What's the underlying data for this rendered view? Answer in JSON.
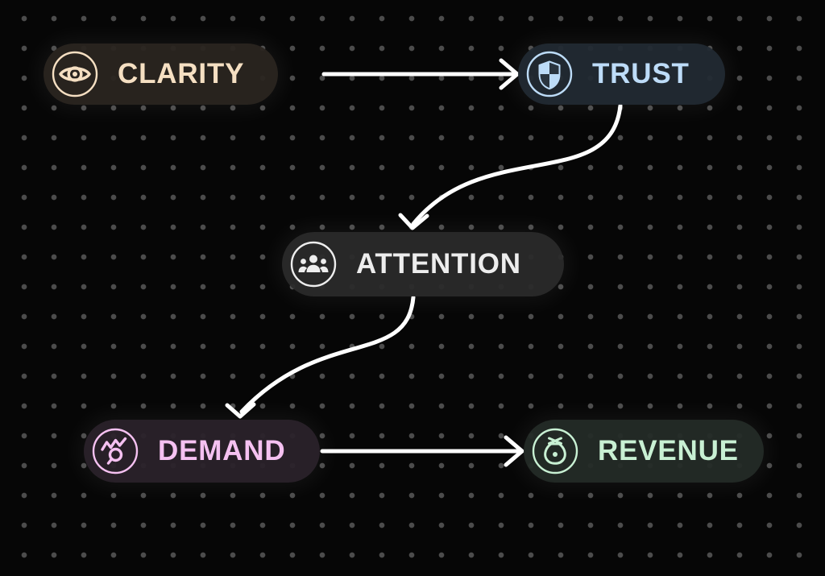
{
  "canvas": {
    "background_color": "#060606",
    "dot_color": "#4c4c4c",
    "arrow_color": "#ffffff"
  },
  "diagram": {
    "nodes": [
      {
        "id": "clarity",
        "label": "CLARITY",
        "icon": "eye-icon",
        "accent_color": "#f5dfc2",
        "pill_color": "#2a2520"
      },
      {
        "id": "trust",
        "label": "TRUST",
        "icon": "shield-icon",
        "accent_color": "#bddcf8",
        "pill_color": "#222a33"
      },
      {
        "id": "attention",
        "label": "ATTENTION",
        "icon": "users-group-icon",
        "accent_color": "#ededed",
        "pill_color": "#2b2b2b"
      },
      {
        "id": "demand",
        "label": "DEMAND",
        "icon": "chart-search-icon",
        "accent_color": "#f5c1f1",
        "pill_color": "#2b222b"
      },
      {
        "id": "revenue",
        "label": "REVENUE",
        "icon": "money-bag-icon",
        "accent_color": "#c8f0d3",
        "pill_color": "#242c27"
      }
    ],
    "edges": [
      {
        "from": "clarity",
        "to": "trust"
      },
      {
        "from": "trust",
        "to": "attention"
      },
      {
        "from": "attention",
        "to": "demand"
      },
      {
        "from": "demand",
        "to": "revenue"
      }
    ]
  }
}
